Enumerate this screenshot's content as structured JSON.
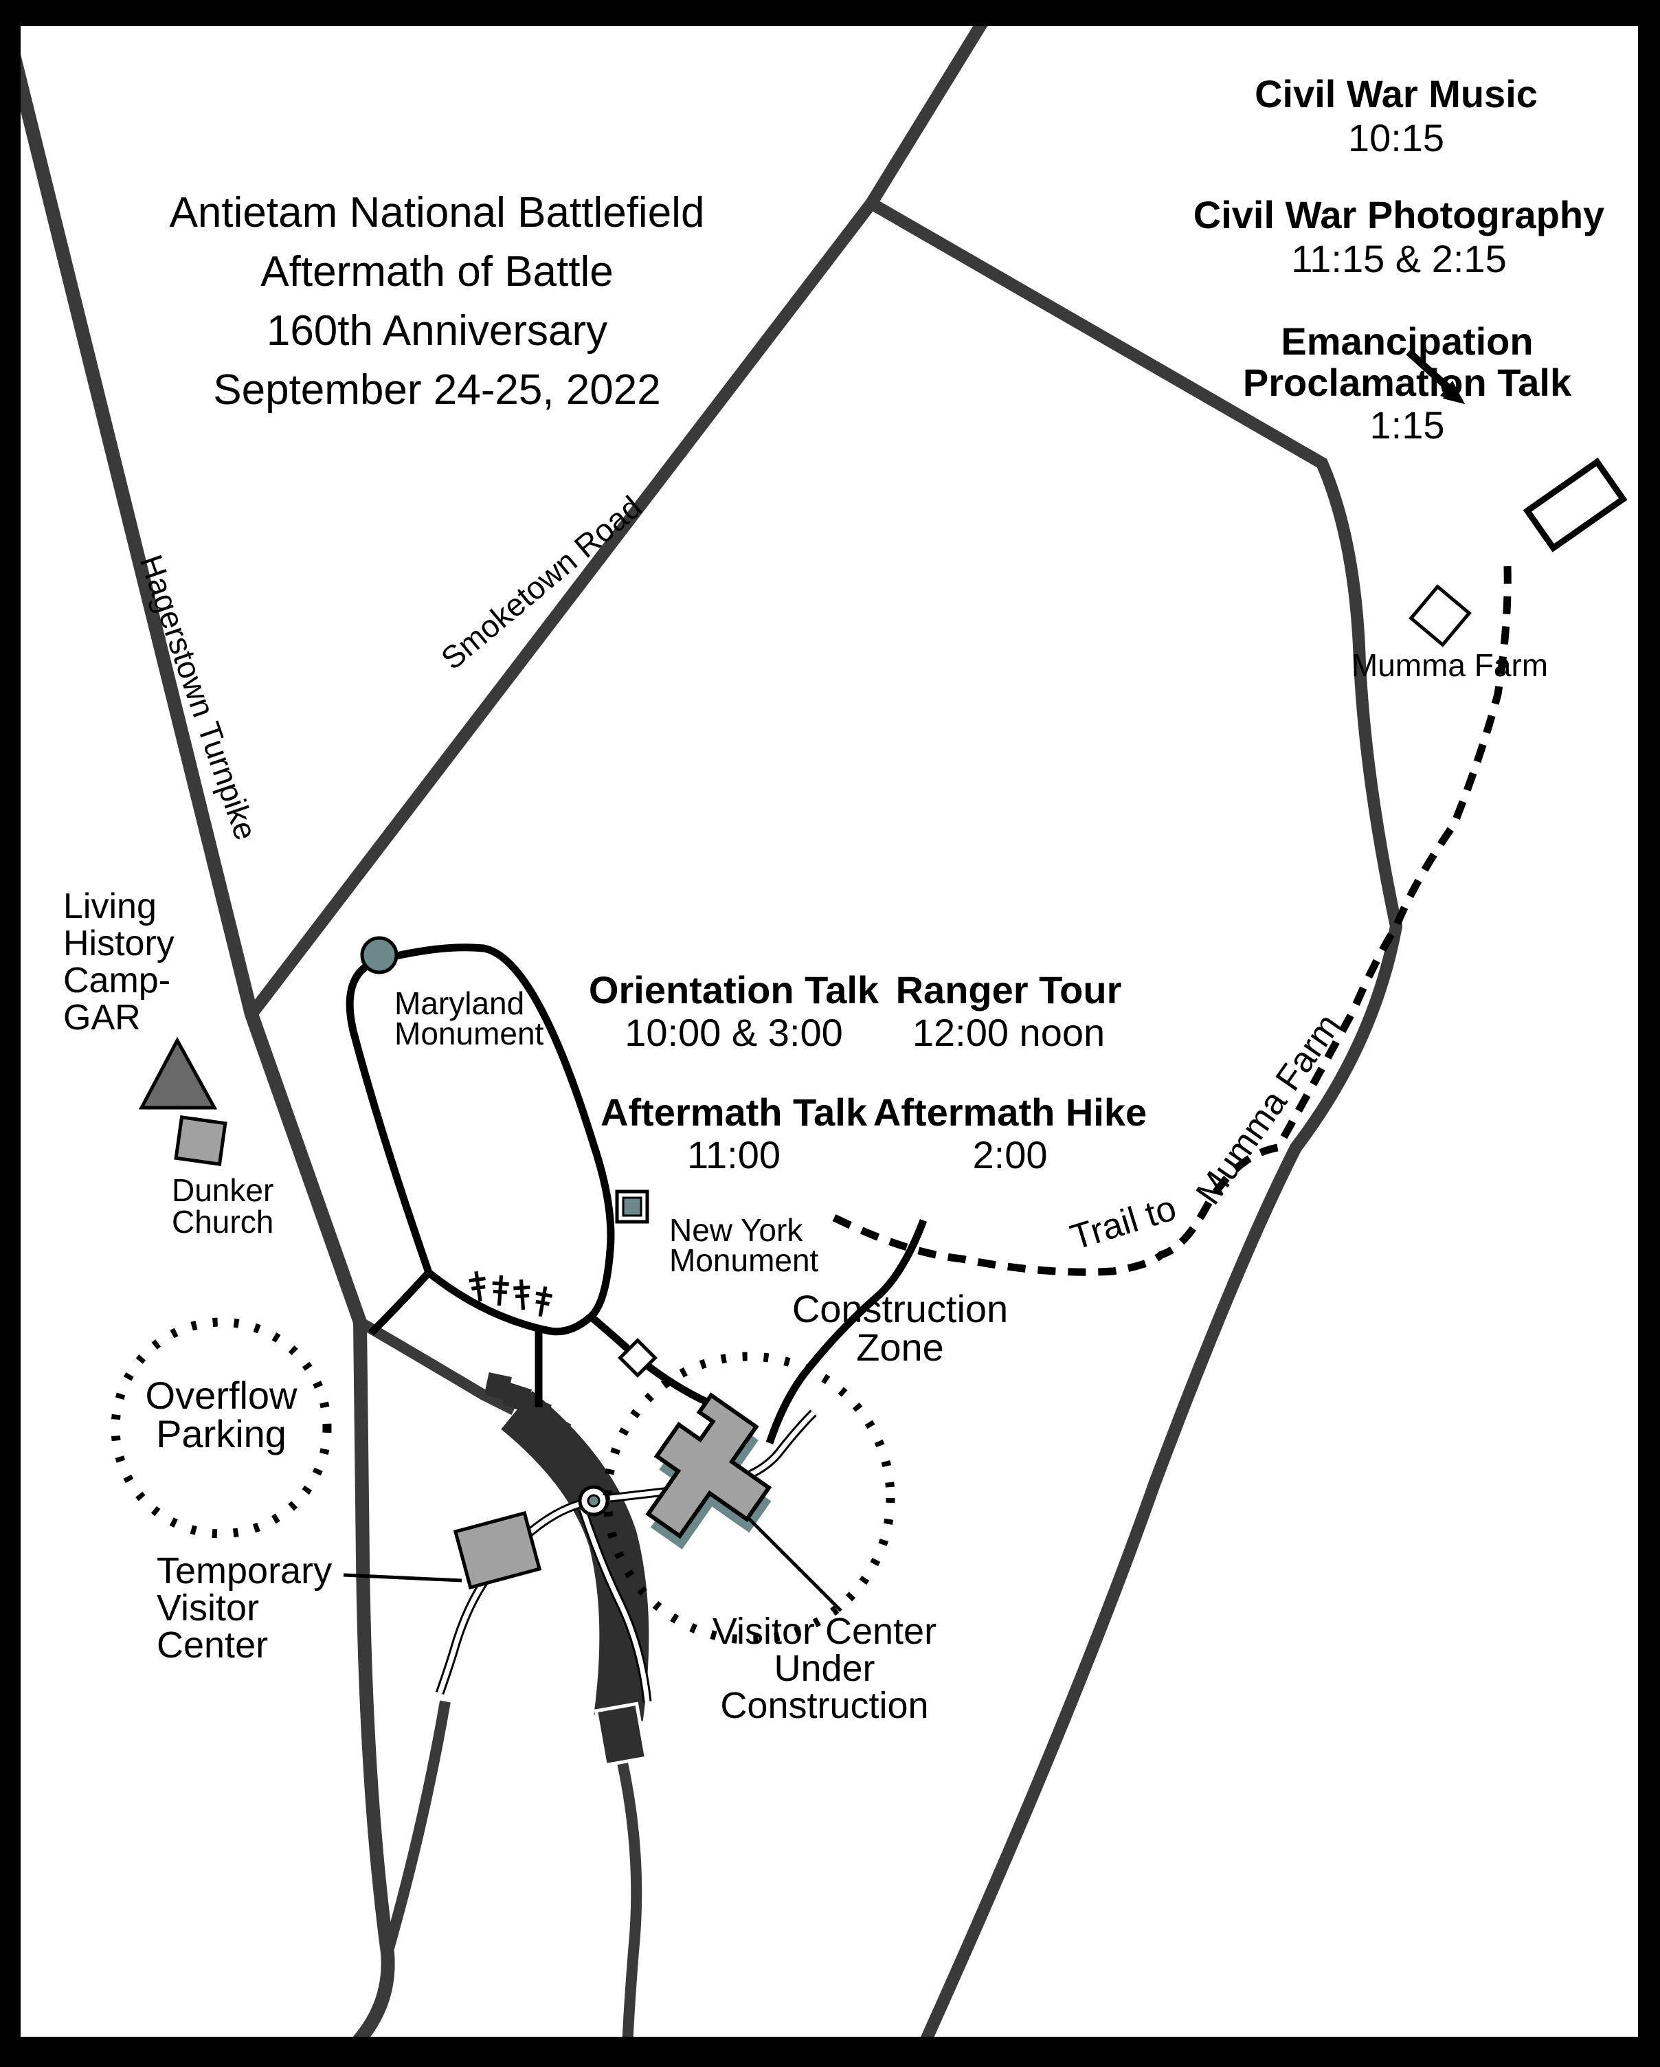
{
  "title": {
    "lines": [
      "Antietam National Battlefield",
      "Aftermath of Battle",
      "160th Anniversary",
      "September 24-25, 2022"
    ]
  },
  "schedule_right": {
    "music": {
      "name": "Civil War Music",
      "time": "10:15"
    },
    "photography": {
      "name": "Civil War Photography",
      "time": "11:15 & 2:15"
    },
    "emancipation": {
      "name_line1": "Emancipation",
      "name_line2": "Proclamation Talk",
      "time": "1:15"
    }
  },
  "schedule_center": {
    "orientation": {
      "name": "Orientation Talk",
      "time": "10:00 & 3:00"
    },
    "ranger": {
      "name": "Ranger Tour",
      "time": "12:00 noon"
    },
    "aftermath_talk": {
      "name": "Aftermath Talk",
      "time": "11:00"
    },
    "aftermath_hike": {
      "name": "Aftermath Hike",
      "time": "2:00"
    }
  },
  "roads": {
    "hagerstown_turnpike": "Hagerstown Turnpike",
    "smoketown_road": "Smoketown Road"
  },
  "trail": {
    "part1": "Trail to",
    "part2": "Mumma Farm"
  },
  "places": {
    "living_history": {
      "lines": [
        "Living",
        "History",
        "Camp-",
        "GAR"
      ]
    },
    "dunker_church": {
      "lines": [
        "Dunker",
        "Church"
      ]
    },
    "maryland_monument": {
      "lines": [
        "Maryland",
        "Monument"
      ]
    },
    "new_york_monument": {
      "lines": [
        "New York",
        "Monument"
      ]
    },
    "mumma_farm": {
      "label": "Mumma Farm"
    },
    "overflow_parking": {
      "lines": [
        "Overflow",
        "Parking"
      ]
    },
    "temporary_visitor_center": {
      "lines": [
        "Temporary",
        "Visitor",
        "Center"
      ]
    },
    "construction_zone": {
      "lines": [
        "Construction",
        "Zone"
      ]
    },
    "visitor_center_under_construction": {
      "lines": [
        "Visitor Center",
        "Under",
        "Construction"
      ]
    }
  },
  "colors": {
    "road_gray": "#3a3a3a",
    "construction_band": "#2f2f2f",
    "building_gray": "#a1a1a1",
    "slate_accent": "#6d888b",
    "frame_black": "#000000"
  }
}
